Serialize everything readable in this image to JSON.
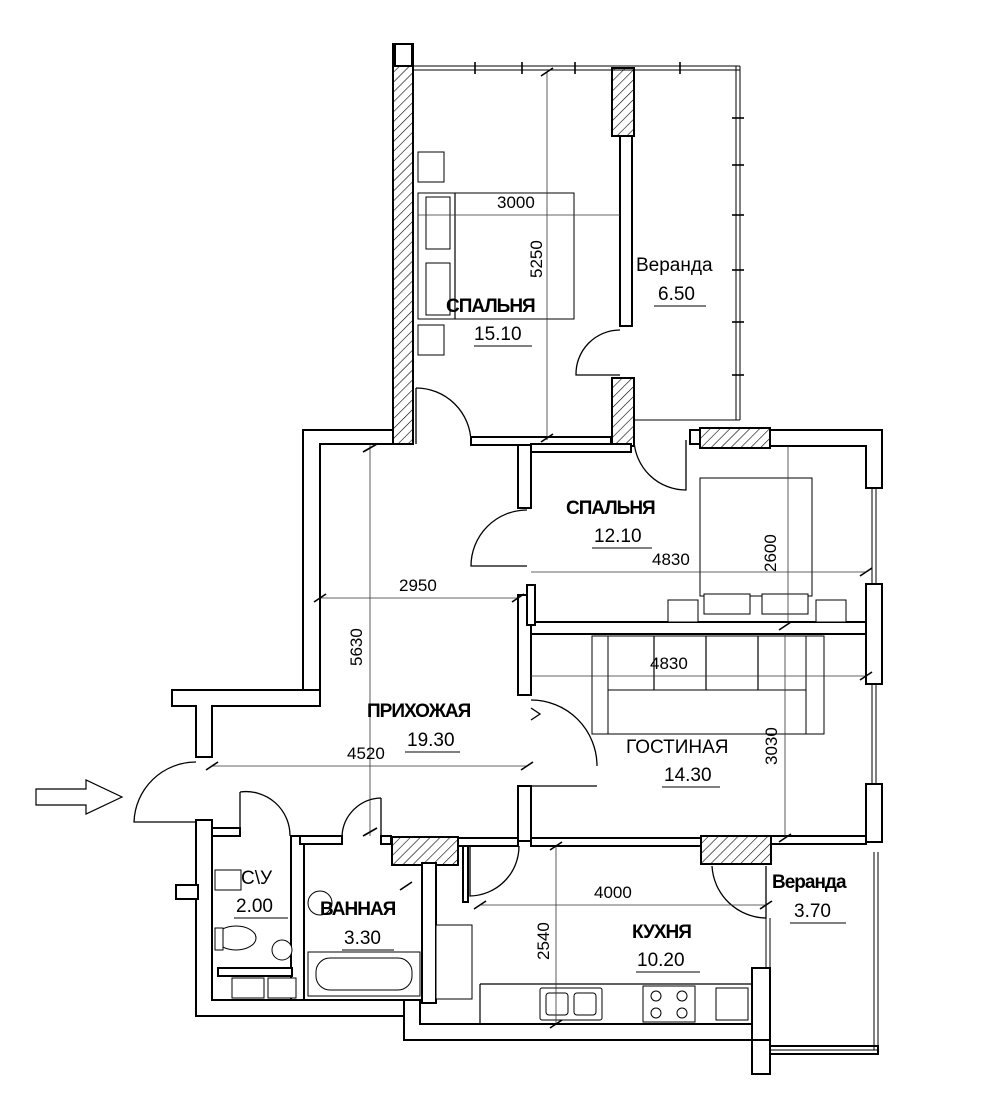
{
  "rooms": {
    "bedroom1": {
      "name": "СПАЛЬНЯ",
      "area": "15.10"
    },
    "veranda1": {
      "name": "Веранда",
      "area": "6.50"
    },
    "bedroom2": {
      "name": "СПАЛЬНЯ",
      "area": "12.10"
    },
    "hallway": {
      "name": "ПРИХОЖАЯ",
      "area": "19.30"
    },
    "living": {
      "name": "ГОСТИНАЯ",
      "area": "14.30"
    },
    "wc": {
      "name": "С\\У",
      "area": "2.00"
    },
    "bathroom": {
      "name": "ВАННАЯ",
      "area": "3.30"
    },
    "kitchen": {
      "name": "КУХНЯ",
      "area": "10.20"
    },
    "veranda2": {
      "name": "Веранда",
      "area": "3.70"
    }
  },
  "dimensions": {
    "bedroom1_width": "3000",
    "bedroom1_length": "5250",
    "bedroom2_width": "4830",
    "bedroom2_depth": "2600",
    "hall_width": "2950",
    "hall_length": "5630",
    "hall_entry": "4520",
    "living_width": "4830",
    "living_depth": "3030",
    "kitchen_width": "4000",
    "kitchen_depth": "2540"
  },
  "icons": {
    "entrance": "arrow-right-icon"
  }
}
